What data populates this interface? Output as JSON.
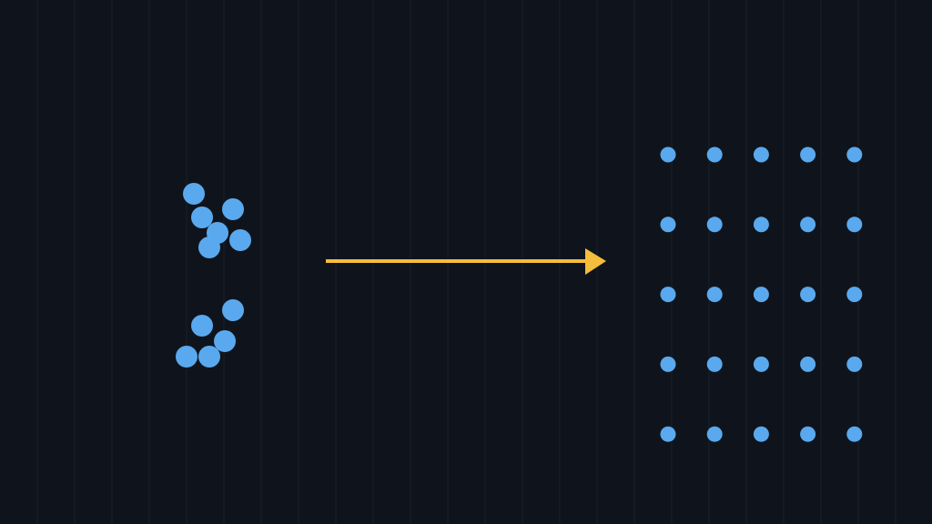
{
  "colors": {
    "background": "#0f141c",
    "grid_line": "#1a212b",
    "dot": "#5aa9ee",
    "arrow": "#f5bd3c"
  },
  "diagram": {
    "left_label": "",
    "right_label": "",
    "scattered_dot_count": 11,
    "grid_rows": 5,
    "grid_cols": 5,
    "arrow_direction": "right"
  }
}
